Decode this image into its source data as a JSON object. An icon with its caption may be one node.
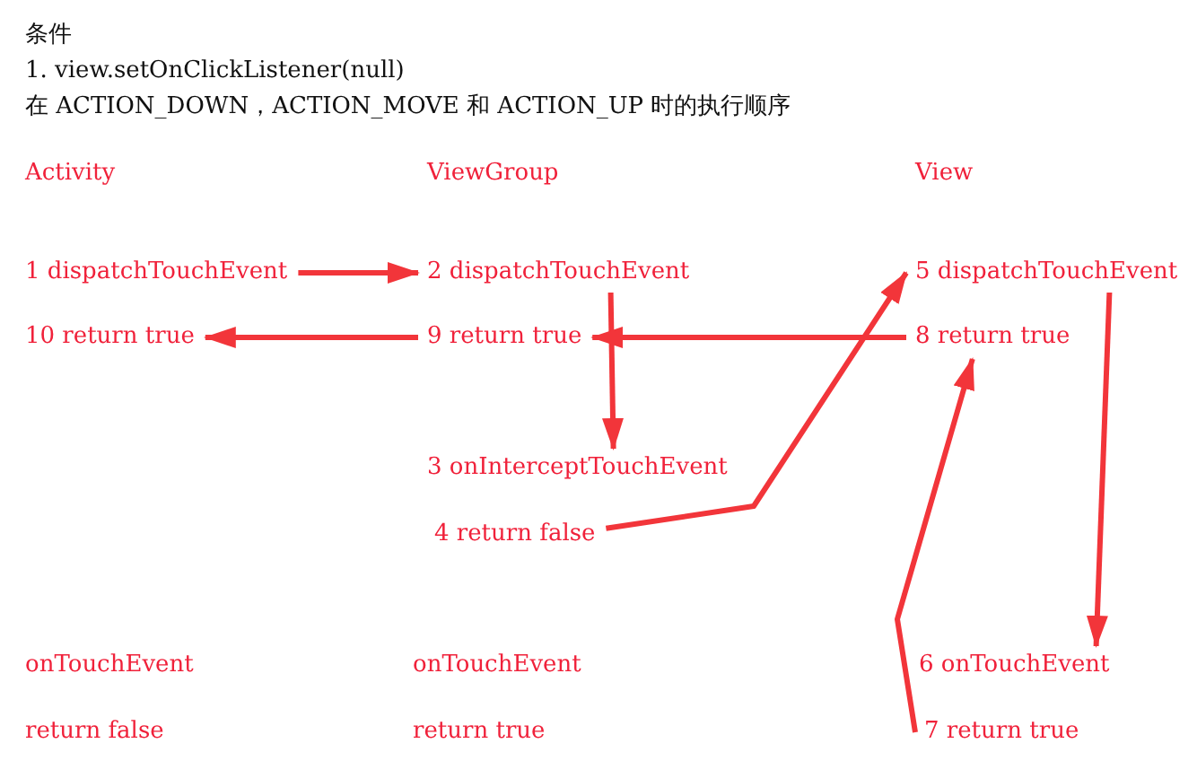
{
  "diagram": {
    "title": "条件",
    "nodes": [
      {
        "text": [
          "1 dispatchTouchEvent"
        ]
      },
      {
        "text": [
          "2 dispatchTouchEvent"
        ]
      },
      {
        "text": [
          "5 dispatchTouchEvent"
        ]
      },
      {
        "text": [
          "10 return true"
        ]
      },
      {
        "text": [
          "9 return true"
        ]
      },
      {
        "text": [
          "8 return true"
        ]
      },
      {
        "text": [
          "3 onInterceptTouchEvent"
        ]
      },
      {
        "text": [
          "4 return false"
        ]
      },
      {
        "text": [
          "6 onTouchEvent"
        ]
      },
      {
        "text": [
          "7 return true"
        ]
      }
    ],
    "edges": [
      {
        "from": 0,
        "to": 1,
        "arrow": "to"
      },
      {
        "from": 1,
        "to": 6,
        "arrow": "to"
      },
      {
        "from": 7,
        "to": 2,
        "arrow": "to"
      },
      {
        "from": 2,
        "to": 8,
        "arrow": "to"
      },
      {
        "from": 9,
        "to": 5,
        "arrow": "to"
      },
      {
        "from": 5,
        "to": 4,
        "arrow": "to"
      },
      {
        "from": 4,
        "to": 3,
        "arrow": "to"
      }
    ],
    "labels": [
      "1. view.setOnClickListener(null)",
      "在 ACTION_DOWN，ACTION_MOVE 和 ACTION_UP 时的执行顺序",
      "Activity",
      "ViewGroup",
      "View",
      "onTouchEvent",
      "onTouchEvent",
      "return false",
      "return true"
    ]
  }
}
